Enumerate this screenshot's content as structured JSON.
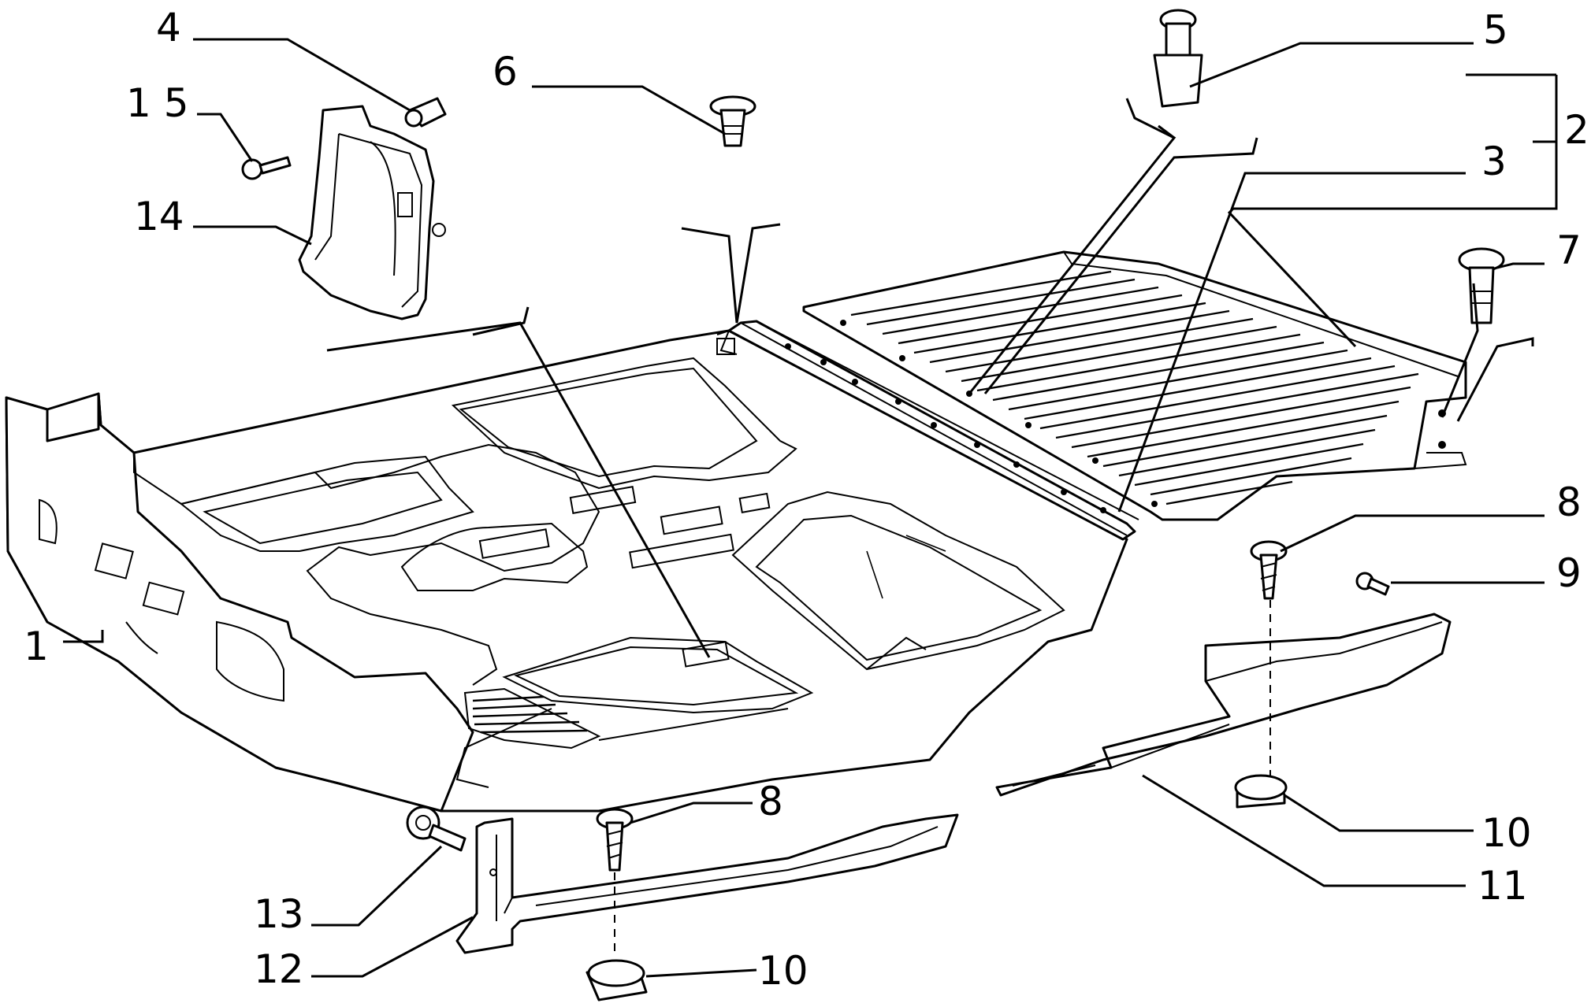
{
  "callouts": [
    {
      "id": "1",
      "label": "1"
    },
    {
      "id": "2",
      "label": "2"
    },
    {
      "id": "3",
      "label": "3"
    },
    {
      "id": "4",
      "label": "4"
    },
    {
      "id": "5",
      "label": "5"
    },
    {
      "id": "6",
      "label": "6"
    },
    {
      "id": "7",
      "label": "7"
    },
    {
      "id": "8a",
      "label": "8"
    },
    {
      "id": "8b",
      "label": "8"
    },
    {
      "id": "9",
      "label": "9"
    },
    {
      "id": "10a",
      "label": "10"
    },
    {
      "id": "10b",
      "label": "10"
    },
    {
      "id": "11",
      "label": "11"
    },
    {
      "id": "12",
      "label": "12"
    },
    {
      "id": "13",
      "label": "13"
    },
    {
      "id": "14",
      "label": "14"
    },
    {
      "id": "15",
      "label": "1 5"
    }
  ]
}
